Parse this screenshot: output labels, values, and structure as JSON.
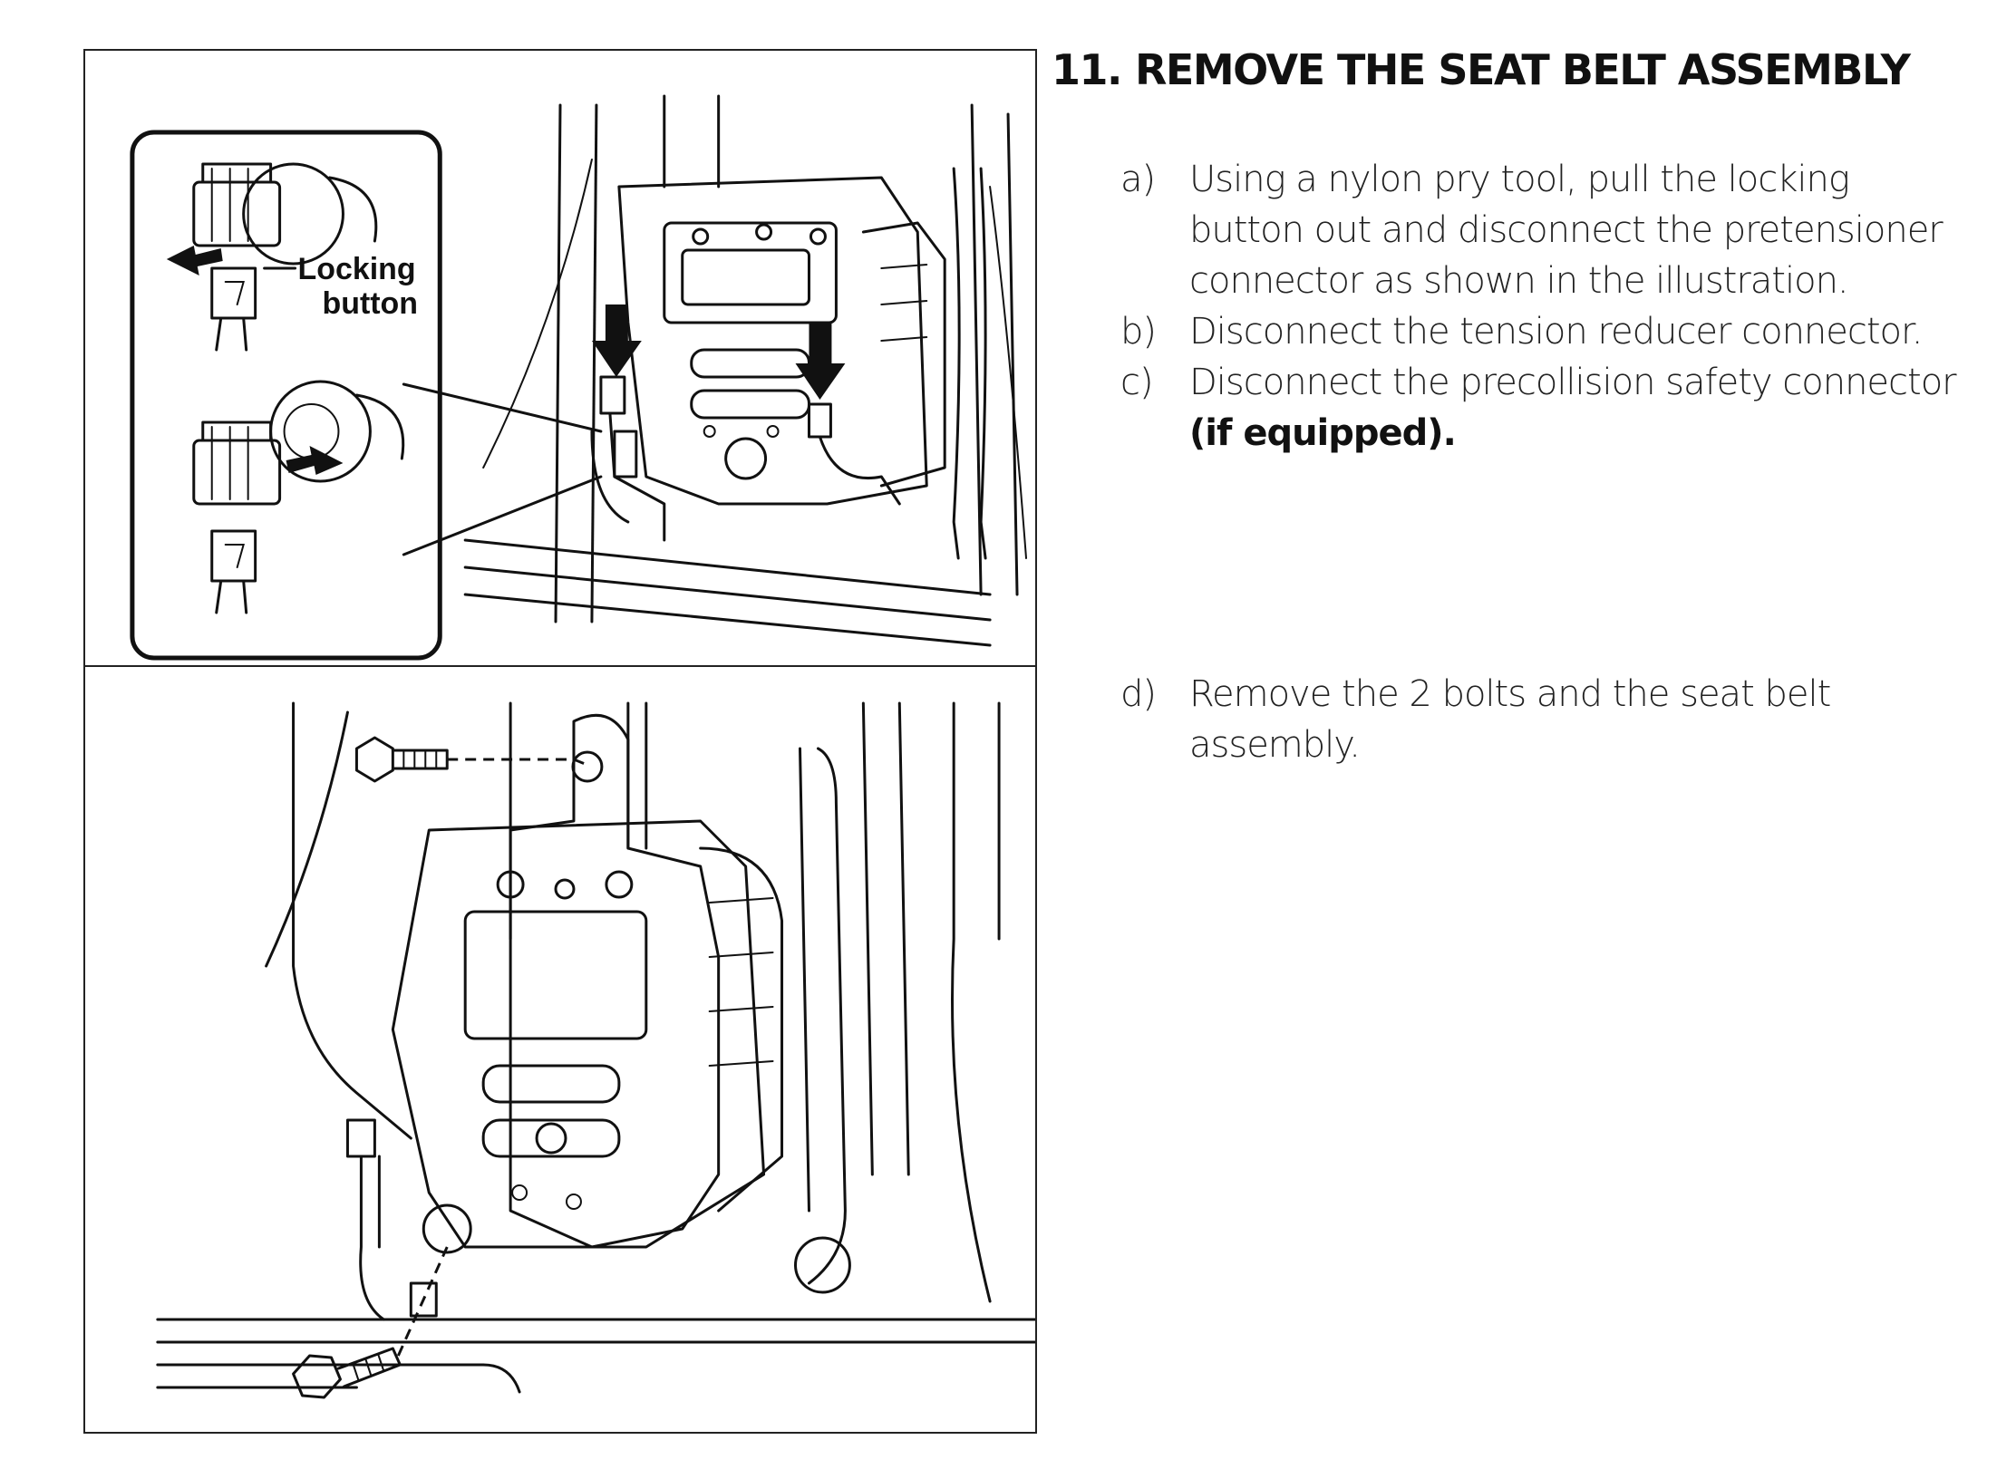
{
  "figure": {
    "callout": {
      "label_line1": "Locking",
      "label_line2": "button"
    }
  },
  "step": {
    "number": "11.",
    "title": "REMOVE THE SEAT BELT ASSEMBLY"
  },
  "substeps": [
    {
      "marker": "a)",
      "text": "Using a nylon pry tool, pull the locking button out and disconnect the pretensioner connector as shown in the illustration.",
      "emphasis": ""
    },
    {
      "marker": "b)",
      "text": "Disconnect the tension reducer connector.",
      "emphasis": ""
    },
    {
      "marker": "c)",
      "text": "Disconnect the precollision safety connector ",
      "emphasis": "(if equipped)."
    },
    {
      "marker": "d)",
      "text": "Remove the 2 bolts and the seat belt assembly.",
      "emphasis": ""
    }
  ]
}
